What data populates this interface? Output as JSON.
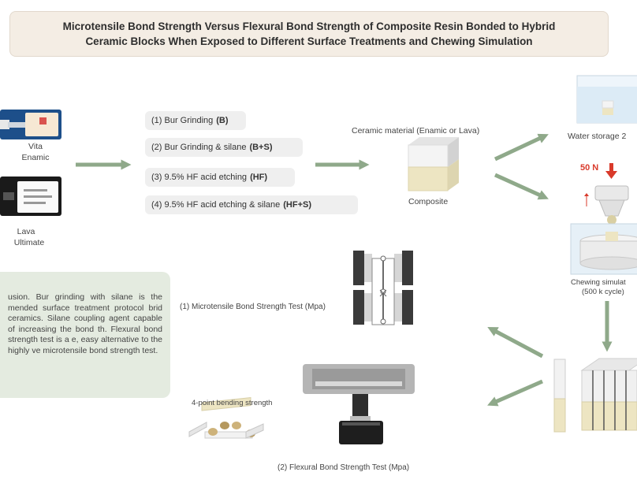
{
  "title": {
    "line1": "Microtensile Bond Strength Versus Flexural Bond Strength of Composite Resin Bonded to Hybrid",
    "line2": "Ceramic Blocks When Exposed to Different Surface Treatments and Chewing Simulation"
  },
  "materials": {
    "vita_line1": "Vita",
    "vita_line2": "Enamic",
    "lava_line1": "Lava",
    "lava_line2": "Ultimate"
  },
  "treatments": [
    {
      "text": "(1) Bur Grinding",
      "code": "(B)"
    },
    {
      "text": "(2) Bur Grinding & silane",
      "code": "(B+S)"
    },
    {
      "text": "(3) 9.5% HF acid etching",
      "code": "(HF)"
    },
    {
      "text": "(4) 9.5% HF acid etching & silane",
      "code": "(HF+S)"
    }
  ],
  "specimen": {
    "ceramic_label": "Ceramic material (Enamic or Lava)",
    "composite_label": "Composite"
  },
  "aging": {
    "water_storage": "Water storage 2",
    "load": "50 N",
    "chewing_line1": "Chewing simulat",
    "chewing_line2": "(500 k cycle)"
  },
  "tests": {
    "microtensile": "(1) Microtensile Bond Strength Test (Mpa)",
    "bending": "4-point bending strength",
    "flexural": "(2) Flexural Bond Strength Test (Mpa)"
  },
  "conclusion": "usion. Bur grinding with silane is the mended surface treatment protocol brid ceramics. Silane coupling agent capable of increasing the bond th. Flexural bond strength test is a e, easy alternative to the highly ve microtensile bond strength test.",
  "colors": {
    "arrow": "#8fa98a",
    "title_bg": "#f4ede4",
    "conclusion_bg": "#e4ebe0",
    "ceramic": "#f1f1f1",
    "composite": "#ede5c2",
    "load_arrow": "#d93a2b"
  }
}
